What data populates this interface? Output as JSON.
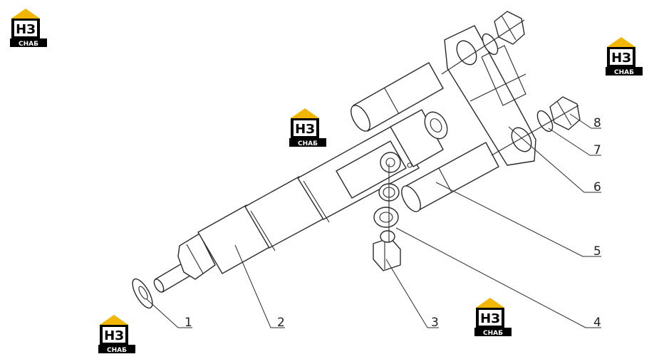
{
  "logo": {
    "top_text": "НЗ",
    "bottom_text": "СНАБ",
    "colors": {
      "roof": "#f2b705",
      "box": "#000000",
      "text": "#ffffff"
    }
  },
  "callouts": [
    {
      "id": "1",
      "label": "1"
    },
    {
      "id": "2",
      "label": "2"
    },
    {
      "id": "3",
      "label": "3"
    },
    {
      "id": "4",
      "label": "4"
    },
    {
      "id": "5",
      "label": "5"
    },
    {
      "id": "6",
      "label": "6"
    },
    {
      "id": "7",
      "label": "7"
    },
    {
      "id": "8",
      "label": "8"
    }
  ]
}
